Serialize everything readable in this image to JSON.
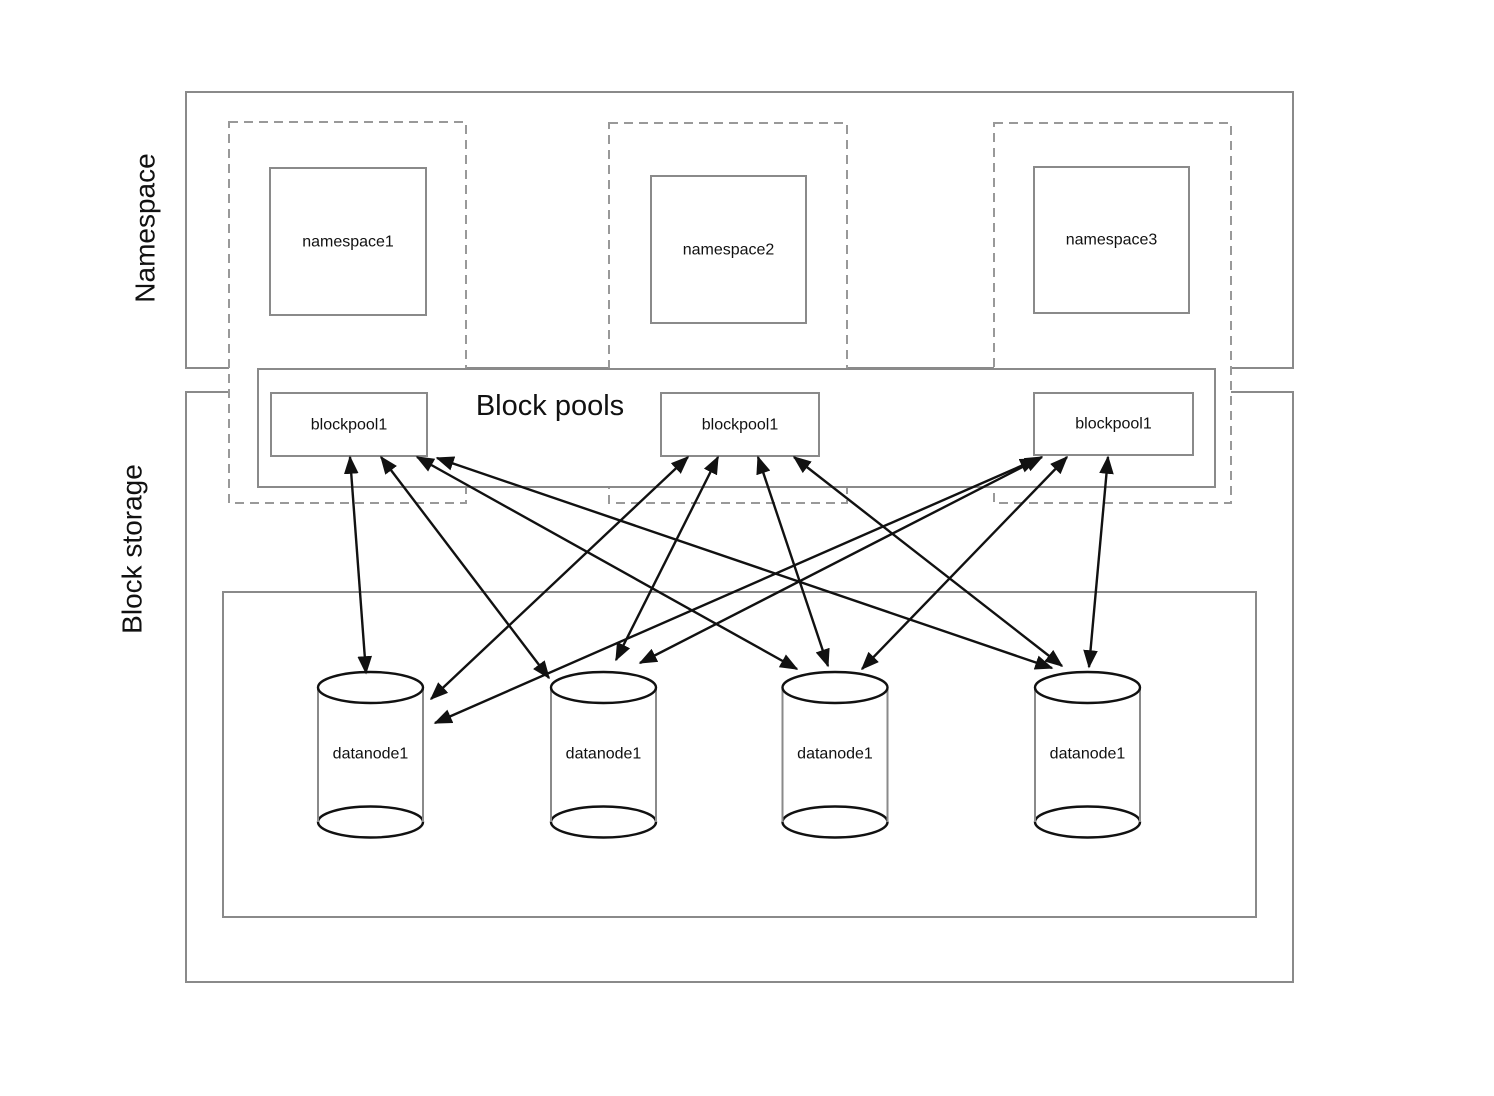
{
  "sections": {
    "namespace": {
      "label": "Namespace"
    },
    "block_storage": {
      "label": "Block storage"
    },
    "block_pools": {
      "label": "Block pools"
    }
  },
  "namespaces": [
    {
      "label": "namespace1"
    },
    {
      "label": "namespace2"
    },
    {
      "label": "namespace3"
    }
  ],
  "blockpools": [
    {
      "label": "blockpool1"
    },
    {
      "label": "blockpool1"
    },
    {
      "label": "blockpool1"
    }
  ],
  "datanodes": [
    {
      "label": "datanode1"
    },
    {
      "label": "datanode1"
    },
    {
      "label": "datanode1"
    },
    {
      "label": "datanode1"
    }
  ],
  "edges": [
    [
      0,
      0
    ],
    [
      0,
      1
    ],
    [
      0,
      2
    ],
    [
      0,
      3
    ],
    [
      1,
      0
    ],
    [
      1,
      1
    ],
    [
      1,
      2
    ],
    [
      1,
      3
    ],
    [
      2,
      0
    ],
    [
      2,
      1
    ],
    [
      2,
      2
    ],
    [
      2,
      3
    ]
  ],
  "colors": {
    "background": "#ffffff",
    "box_stroke": "#8a8a8a",
    "dashed_stroke": "#999999",
    "arrow": "#111111",
    "text": "#111111"
  }
}
